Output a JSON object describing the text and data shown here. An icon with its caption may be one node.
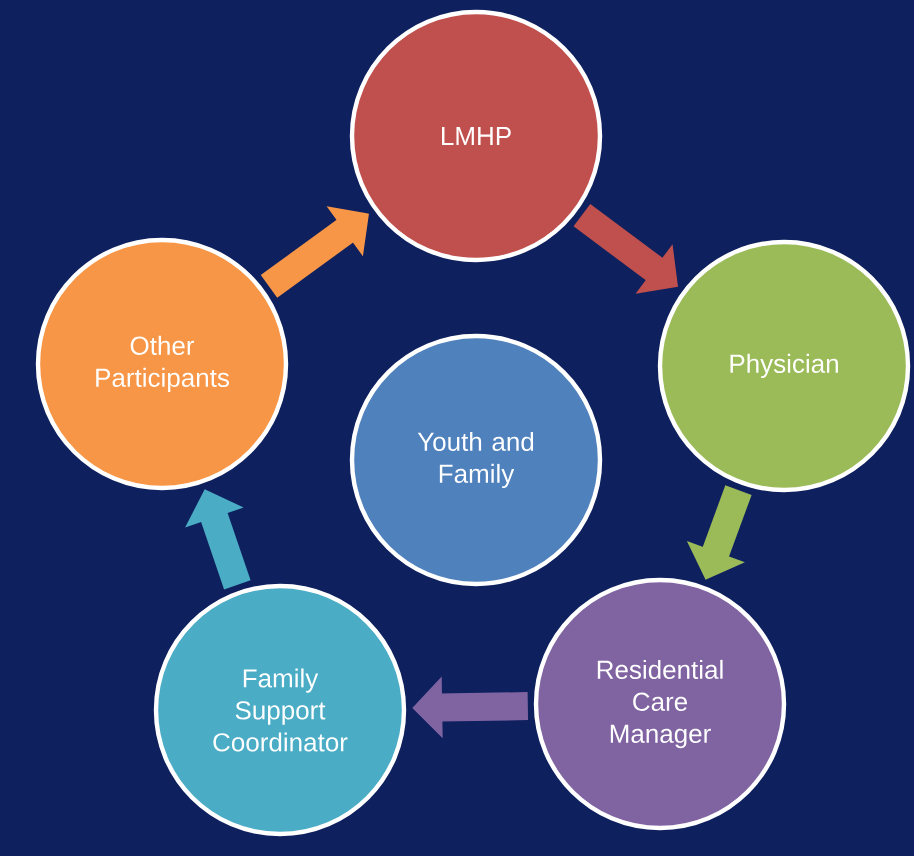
{
  "diagram": {
    "nodes": [
      {
        "text": [
          "LMHP"
        ]
      },
      {
        "text": [
          "Physician"
        ]
      },
      {
        "text": [
          "Residential Care Manager"
        ]
      },
      {
        "text": [
          "Family Support Coordinator"
        ]
      },
      {
        "text": [
          "Other Participants"
        ]
      },
      {
        "text": [
          "Youth and Family"
        ]
      }
    ],
    "edges": [
      {
        "from": 0,
        "to": 1,
        "arrow": "to",
        "color": "#c0504d"
      },
      {
        "from": 1,
        "to": 2,
        "arrow": "to",
        "color": "#9bbb59"
      },
      {
        "from": 2,
        "to": 3,
        "arrow": "to",
        "color": "#8064a2"
      },
      {
        "from": 3,
        "to": 4,
        "arrow": "to",
        "color": "#4bacc6"
      },
      {
        "from": 4,
        "to": 0,
        "arrow": "to",
        "color": "#f79646"
      }
    ]
  }
}
